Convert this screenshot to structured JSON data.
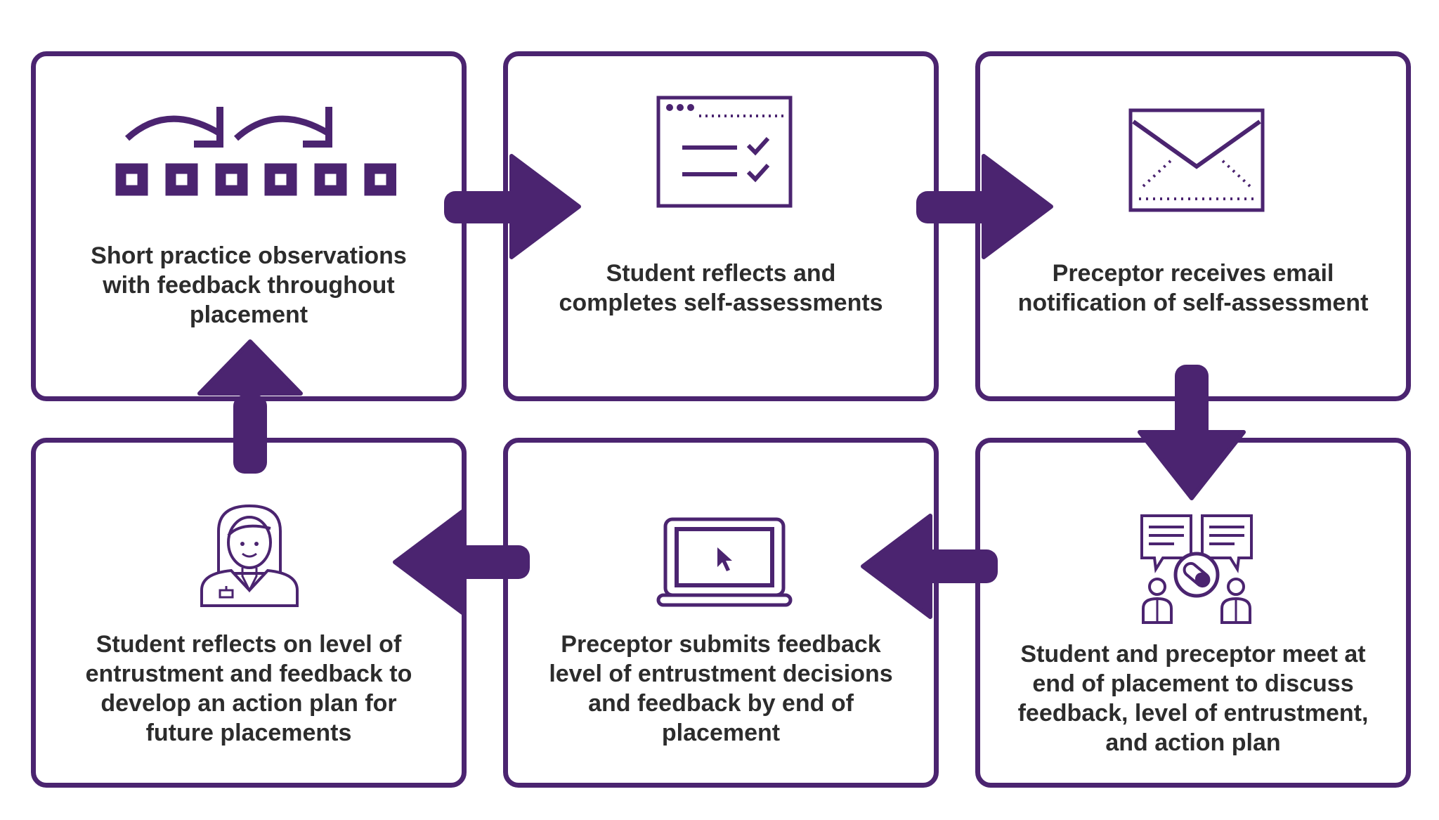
{
  "accent_color": "#4b2470",
  "steps": [
    {
      "text": "Short practice observations\nwith feedback throughout\nplacement",
      "icon": "sequence-flow-icon"
    },
    {
      "text": "Student reflects and\ncompletes self-assessments",
      "icon": "browser-checklist-icon"
    },
    {
      "text": "Preceptor receives email\nnotification of self-assessment",
      "icon": "envelope-icon"
    },
    {
      "text": "Student and preceptor meet at\nend of placement to discuss\nfeedback, level of entrustment,\nand action plan",
      "icon": "meeting-discussion-icon"
    },
    {
      "text": "Preceptor submits feedback\nlevel of entrustment decisions\nand feedback by end of\nplacement",
      "icon": "laptop-icon"
    },
    {
      "text": "Student reflects on level of\nentrustment and feedback to\ndevelop an action plan for\nfuture placements",
      "icon": "student-avatar-icon"
    }
  ]
}
